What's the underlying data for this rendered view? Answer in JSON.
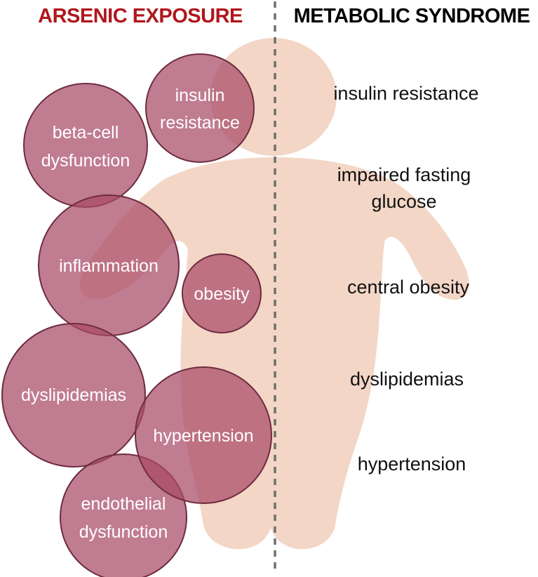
{
  "headers": {
    "left": "ARSENIC EXPOSURE",
    "right": "METABOLIC SYNDROME"
  },
  "colors": {
    "left_header": "#b0171d",
    "right_header": "#000000",
    "bubble": "#a84a66",
    "body_silhouette": "#f3d6c6",
    "divider": "#6f6f6f"
  },
  "arsenic_effects": [
    {
      "id": "insulin-resistance",
      "lines": [
        "insulin",
        "resistance"
      ]
    },
    {
      "id": "beta-cell-dysfunction",
      "lines": [
        "beta-cell",
        "dysfunction"
      ]
    },
    {
      "id": "inflammation",
      "lines": [
        "inflammation"
      ]
    },
    {
      "id": "obesity",
      "lines": [
        "obesity"
      ]
    },
    {
      "id": "dyslipidemias",
      "lines": [
        "dyslipidemias"
      ]
    },
    {
      "id": "hypertension",
      "lines": [
        "hypertension"
      ]
    },
    {
      "id": "endothelial-dysfunction",
      "lines": [
        "endothelial",
        "dysfunction"
      ]
    }
  ],
  "syndrome_components": [
    {
      "id": "insulin-resistance",
      "lines": [
        "insulin resistance"
      ]
    },
    {
      "id": "impaired-fasting-glucose",
      "lines": [
        "impaired fasting",
        "glucose"
      ]
    },
    {
      "id": "central-obesity",
      "lines": [
        "central obesity"
      ]
    },
    {
      "id": "dyslipidemias",
      "lines": [
        "dyslipidemias"
      ]
    },
    {
      "id": "hypertension",
      "lines": [
        "hypertension"
      ]
    }
  ]
}
